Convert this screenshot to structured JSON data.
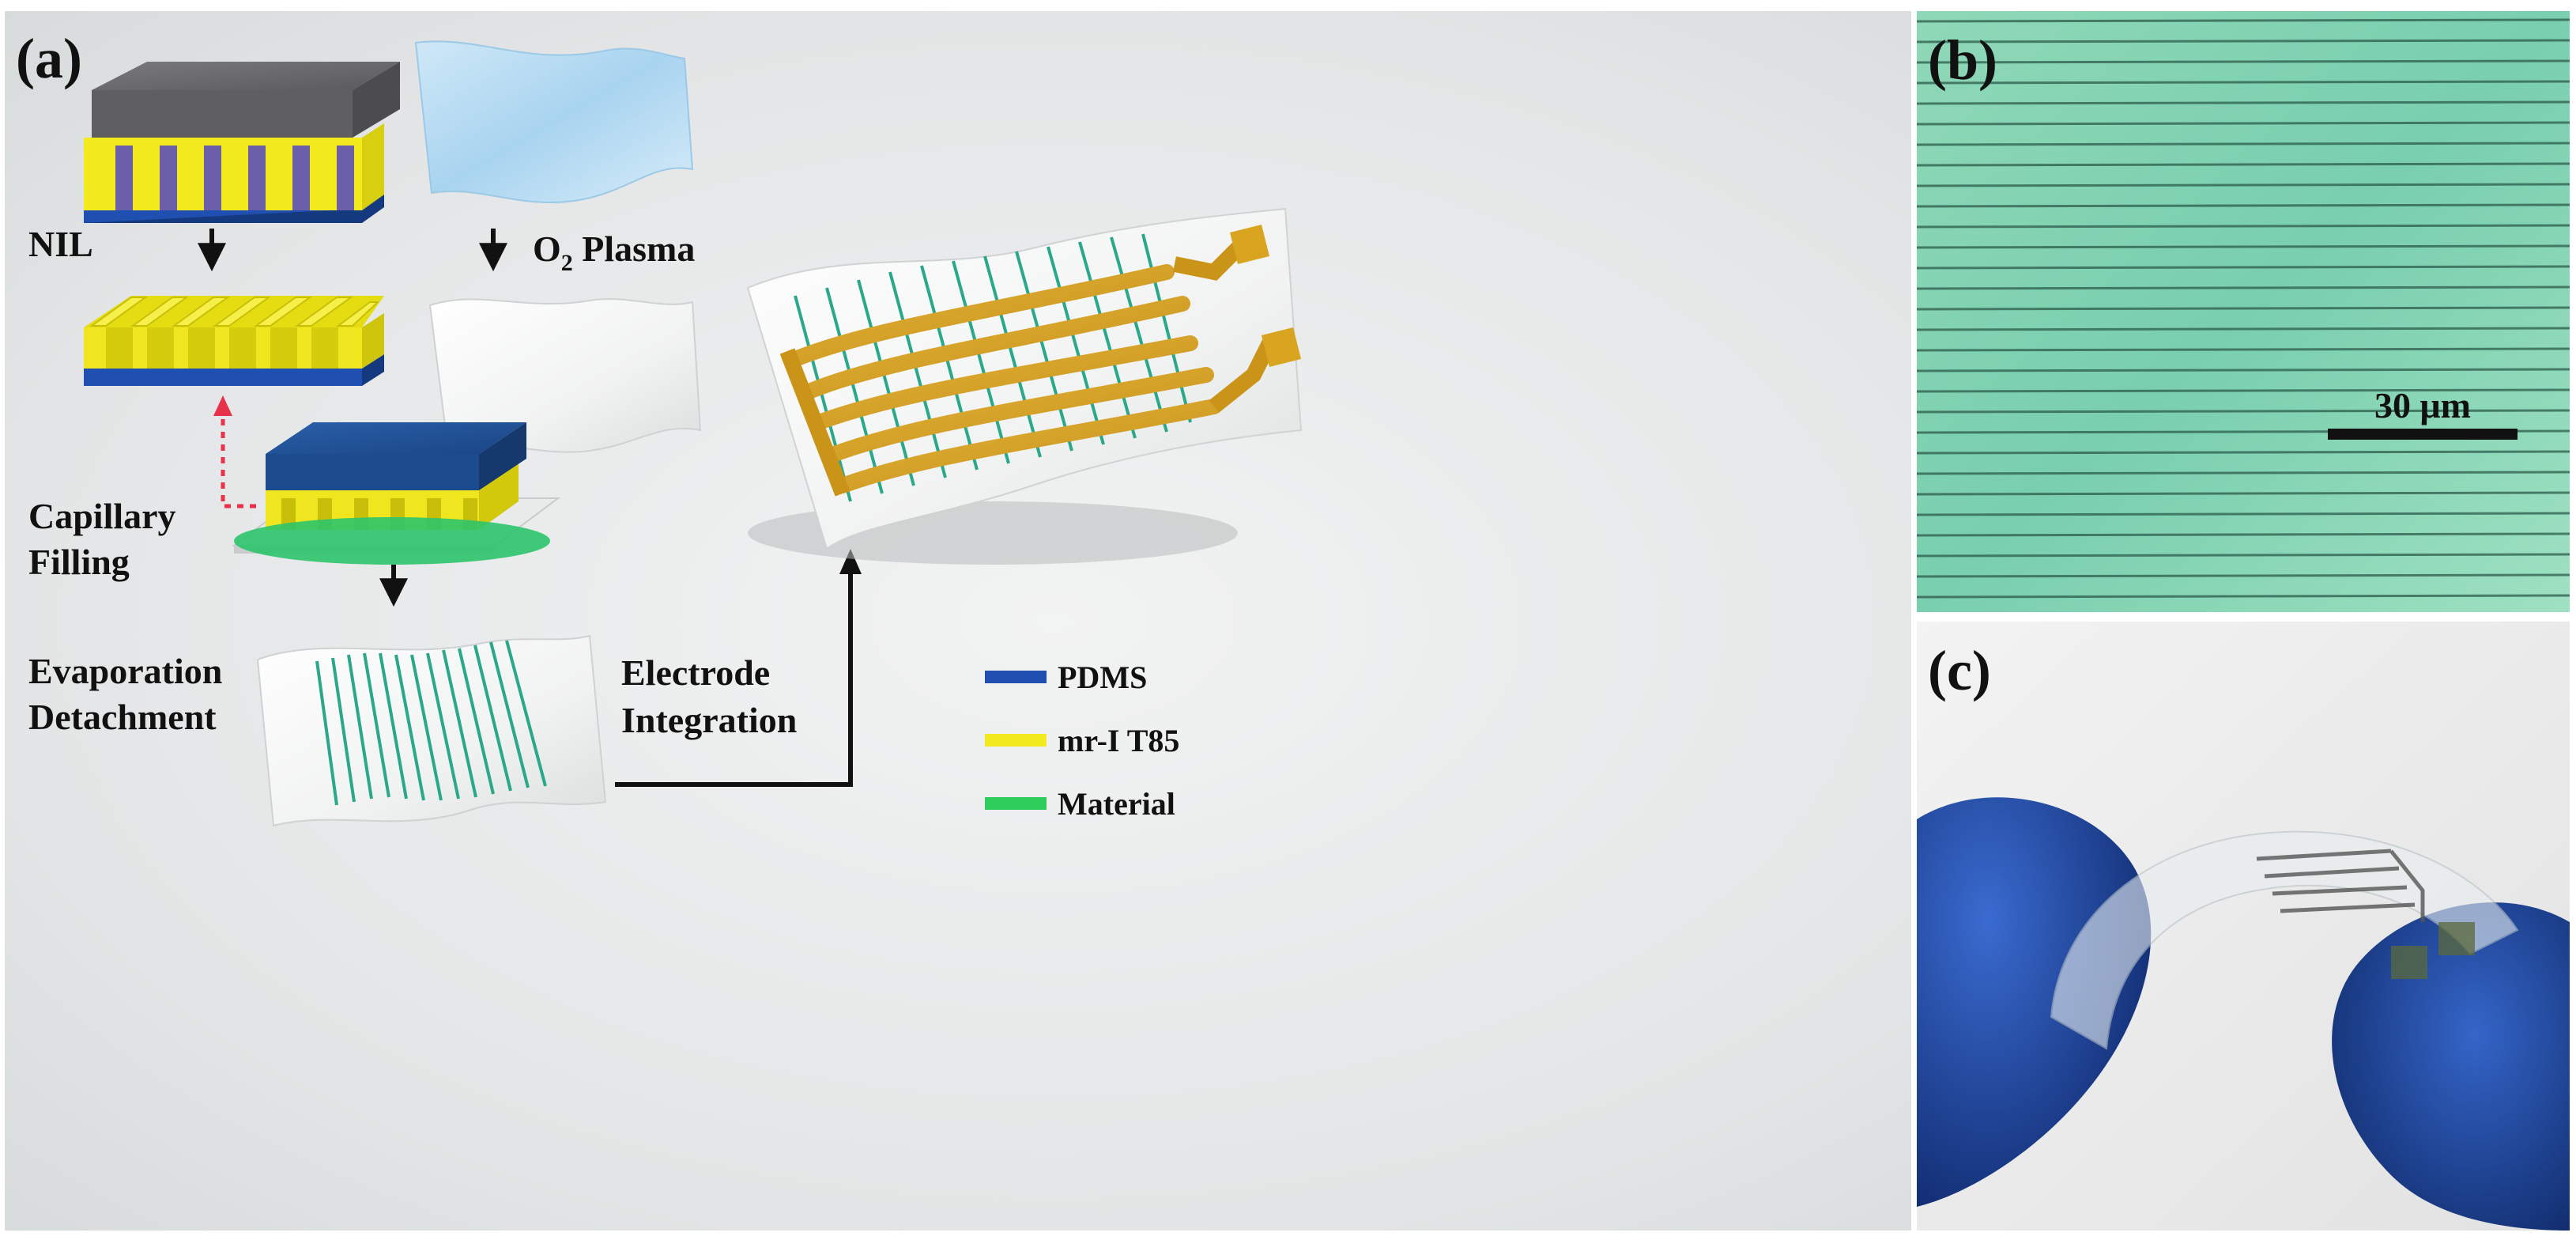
{
  "panels": {
    "a": {
      "label": "(a)",
      "steps": {
        "nil": "NIL",
        "plasma_main": "O",
        "plasma_sub": "2",
        "plasma_rest": " Plasma",
        "capillary_line1": "Capillary",
        "capillary_line2": "Filling",
        "evaporation_line1": "Evaporation",
        "evaporation_line2": "Detachment",
        "electrode_line1": "Electrode",
        "electrode_line2": "Integration"
      },
      "legend": [
        {
          "label": "PDMS",
          "color": "#1f4fb0"
        },
        {
          "label": "mr-I T85",
          "color": "#f2ea1c"
        },
        {
          "label": "Material",
          "color": "#2ecc5a"
        }
      ]
    },
    "b": {
      "label": "(b)",
      "scale_bar": "30 μm"
    },
    "c": {
      "label": "(c)"
    }
  },
  "colors": {
    "pdms": "#1f4fb0",
    "resist": "#f2ea1c",
    "material": "#2ecc5a",
    "gold": "#d9a520",
    "mold": "#6d6d70",
    "nanowire": "#2aa889",
    "glove": "#1d3f9a",
    "arrow_red": "#e8324a"
  }
}
